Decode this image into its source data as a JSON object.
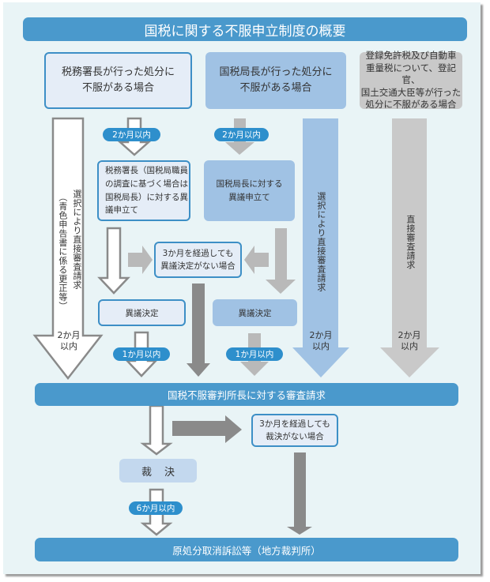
{
  "title": "国税に関する不服申立制度の概要",
  "sources": {
    "tax_office": "税務署長が行った処分に\n不服がある場合",
    "regional_bureau": "国税局長が行った処分に\n不服がある場合",
    "registration_tax": "登録免許税及び自動車\n重量税について、登記官、\n国土交通大臣等が行った\n処分に不服がある場合"
  },
  "objections": {
    "tax_office": "税務署長（国税局職員の調査に基づく場合は国税局長）に対する異議申立て",
    "regional_bureau": "国税局長に対する\n異議申立て"
  },
  "no_decision_3months": "3か月を経過しても\n異議決定がない場合",
  "decision_label": "異議決定",
  "direct_request_choice": "選択により直接審査請求",
  "blue_return_note": "（青色申告書に係る更正等）",
  "direct_request": "直接審査請求",
  "within_2_months_stacked": "2か月\n以内",
  "deadlines": {
    "two_months": "2か月以内",
    "one_month": "1か月以内",
    "six_months": "6か月以内"
  },
  "tribunal_request": "国税不服審判所長に対する審査請求",
  "no_ruling_3months": "3か月を経過しても\n裁決がない場合",
  "ruling": "裁決",
  "lawsuit": "原処分取消訴訟等（地方裁判所）",
  "colors": {
    "banner": "#4a99cc",
    "pill": "#2e8fcc",
    "outline_box_fill": "#e5edf7",
    "outline_box_border": "#3d8fc6",
    "blue_box": "#a0c2e4",
    "gray_box": "#c9c9c9",
    "background": "#e9f4f6",
    "dark_arrow": "#8a8a8a",
    "light_gray_arrow": "#b9b9b9"
  }
}
